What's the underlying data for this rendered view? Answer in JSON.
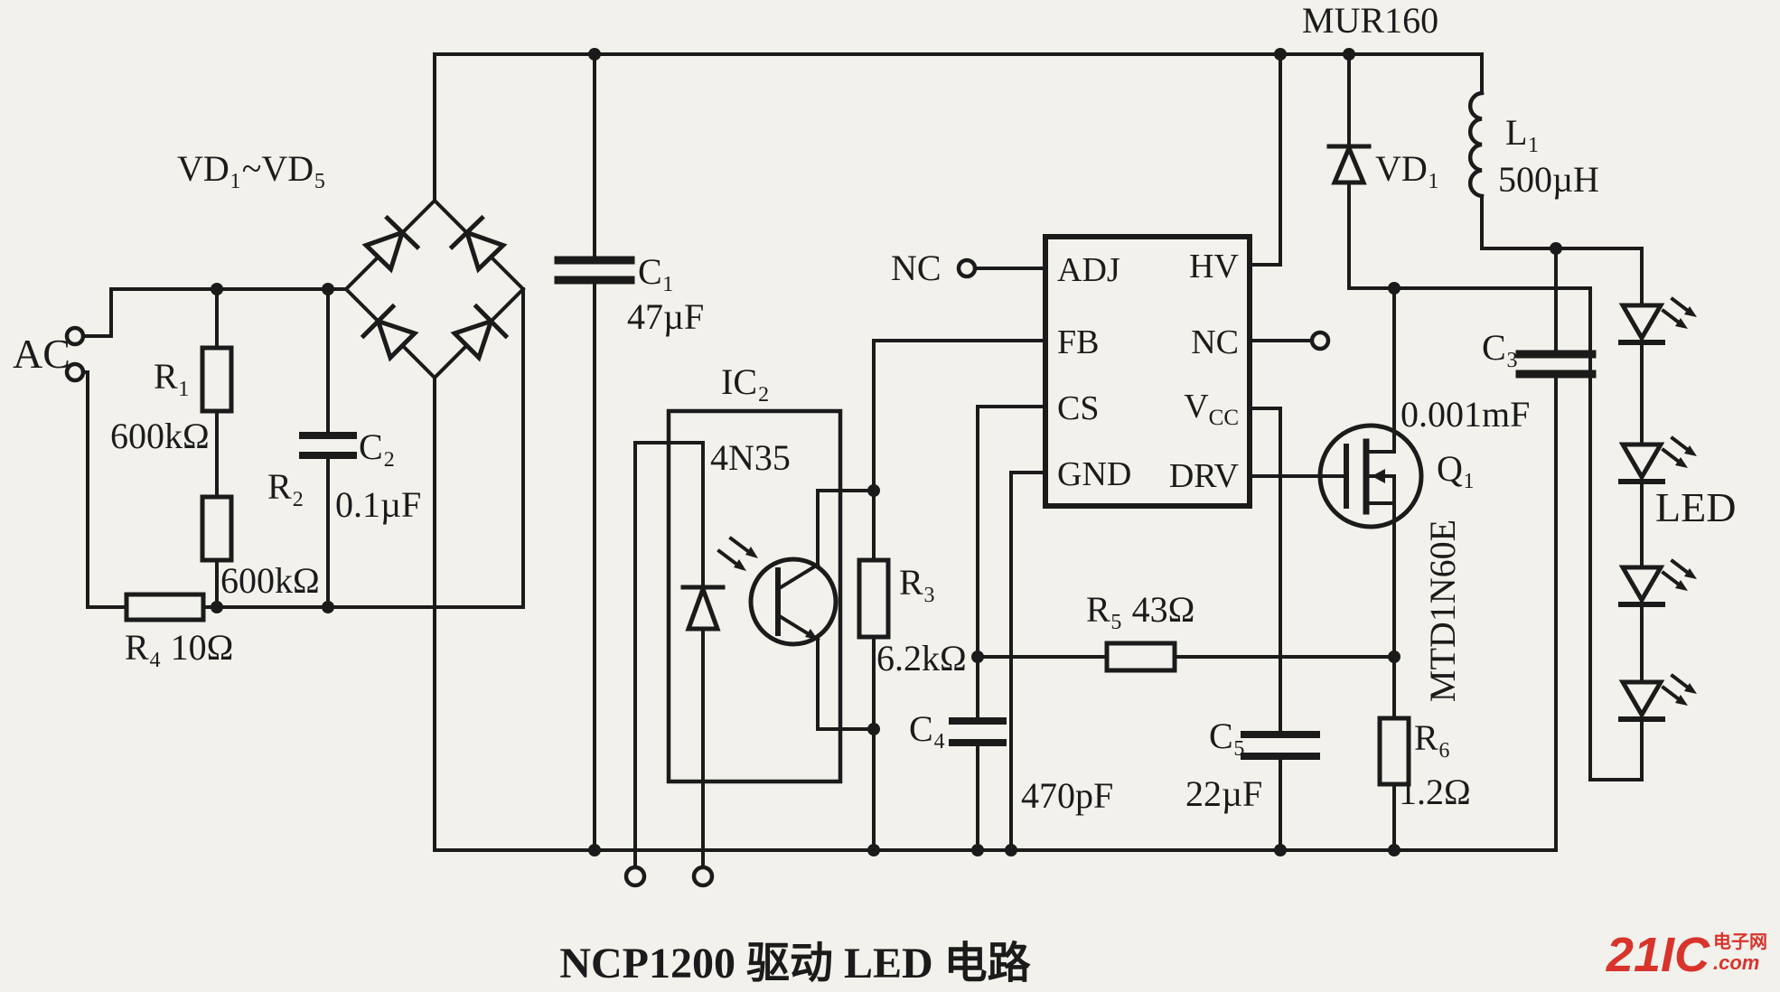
{
  "colors": {
    "paper": "#f3f1ec",
    "ink": "#1b1b1b",
    "watermark_red": "#d8342c"
  },
  "title": "NCP1200 驱动 LED 电路",
  "source_logo": {
    "brand": "21IC",
    "tag": "电子网",
    "domain": ".com"
  },
  "components": {
    "ac": "AC",
    "bridge": "VD₁~VD₅",
    "r1": "R₁",
    "r1_value": "600kΩ",
    "r2": "R₂",
    "r2_value": "600kΩ",
    "r4": "R₄ 10Ω",
    "c2": "C₂",
    "c2_value": "0.1µF",
    "c1": "C₁",
    "c1_value": "47µF",
    "ic2": "IC₂",
    "ic2_part": "4N35",
    "r3": "R₃",
    "r3_value": "6.2kΩ",
    "nc_input": "NC",
    "r5": "R₅ 43Ω",
    "c4": "C₄",
    "c4_value": "470pF",
    "c5": "C₅",
    "c5_value": "22µF",
    "r6": "R₆",
    "r6_value": "1.2Ω",
    "freewheel_diode": "MUR160",
    "vd1": "VD₁",
    "l1": "L₁",
    "l1_value": "500µH",
    "c3": "C₃",
    "c3_value": "0.001mF",
    "q1": "Q₁",
    "q1_part": "MTD1N60E",
    "led_string": "LED"
  },
  "ic1": {
    "pin_adj": "ADJ",
    "pin_fb": "FB",
    "pin_cs": "CS",
    "pin_gnd": "GND",
    "pin_hv": "HV",
    "pin_nc": "NC",
    "pin_vcc_main": "V",
    "pin_vcc_sub": "CC",
    "pin_drv": "DRV"
  }
}
